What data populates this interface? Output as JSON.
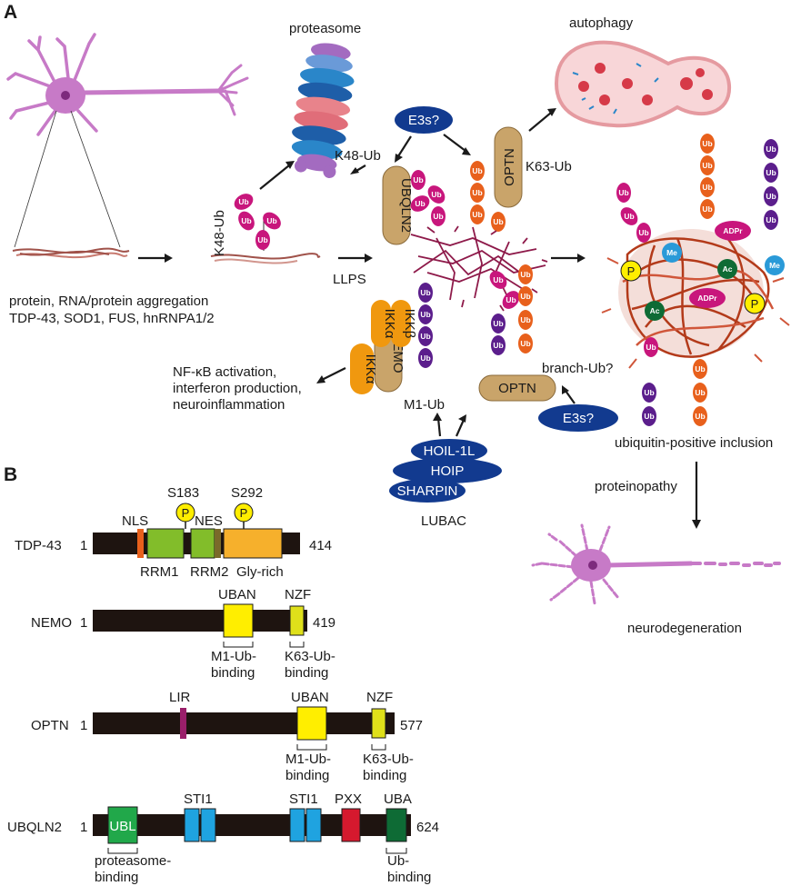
{
  "panelA": {
    "label": "A",
    "proteasome": "proteasome",
    "autophagy": "autophagy",
    "aggregation": [
      "protein, RNA/protein aggregation",
      "TDP-43, SOD1, FUS, hnRNPA1/2"
    ],
    "k48_left": "K48-Ub",
    "k48_top": "K48-Ub",
    "k63": "K63-Ub",
    "llps": "LLPS",
    "e3_top": "E3s?",
    "e3_bottom": "E3s?",
    "ubqln2": "UBQLN2",
    "optn": "OPTN",
    "nemo": "NEMO",
    "ikka": "IKKα",
    "ikkb": "IKKβ",
    "nfkb": [
      "NF-κB activation,",
      "interferon production,",
      "neuroinflammation"
    ],
    "m1": "M1-Ub",
    "branch": "branch-Ub?",
    "hoil": "HOIL-1L",
    "hoip": "HOIP",
    "sharpin": "SHARPIN",
    "lubac": "LUBAC",
    "ub": "Ub",
    "me": "Me",
    "ac": "Ac",
    "adpr": "ADPr",
    "p": "P",
    "inclusion": "ubiquitin-positive inclusion",
    "proteinopathy": "proteinopathy",
    "neurodegeneration": "neurodegeneration"
  },
  "panelB": {
    "label": "B",
    "proteins": [
      {
        "name": "TDP-43",
        "start": "1",
        "end": "414",
        "labels": {
          "nls": "NLS",
          "nes": "NES",
          "rrm1": "RRM1",
          "rrm2": "RRM2",
          "gly": "Gly-rich",
          "s183": "S183",
          "s292": "S292",
          "p": "P"
        }
      },
      {
        "name": "NEMO",
        "start": "1",
        "end": "419",
        "labels": {
          "uban": "UBAN",
          "nzf": "NZF",
          "m1a": "M1-Ub-",
          "m1b": "binding",
          "k63a": "K63-Ub-",
          "k63b": "binding"
        }
      },
      {
        "name": "OPTN",
        "start": "1",
        "end": "577",
        "labels": {
          "lir": "LIR",
          "uban": "UBAN",
          "nzf": "NZF",
          "m1a": "M1-Ub-",
          "m1b": "binding",
          "k63a": "K63-Ub-",
          "k63b": "binding"
        }
      },
      {
        "name": "UBQLN2",
        "start": "1",
        "end": "624",
        "labels": {
          "ubl": "UBL",
          "sti1a": "STI1",
          "sti1b": "STI1",
          "pxx": "PXX",
          "uba": "UBA",
          "pba": "proteasome-",
          "pbb": "binding",
          "uba1": "Ub-",
          "uba2": "binding"
        }
      }
    ]
  },
  "colors": {
    "neuron": "#c77ac7",
    "ub_magenta": "#c8167c",
    "ub_orange": "#e8601c",
    "ub_purple": "#5b1e8c",
    "e3": "#123a8f",
    "adaptor": "#c9a46a",
    "ikk": "#f0980f",
    "bar": "#1e1410",
    "rrm": "#82bd2a",
    "gly": "#f6b02c",
    "uban": "#ffee00",
    "sti1": "#1fa3e0",
    "pxx": "#d5192e",
    "uba": "#0e6b35",
    "ubl": "#21a84a",
    "aggregate": "#b33a1a"
  }
}
